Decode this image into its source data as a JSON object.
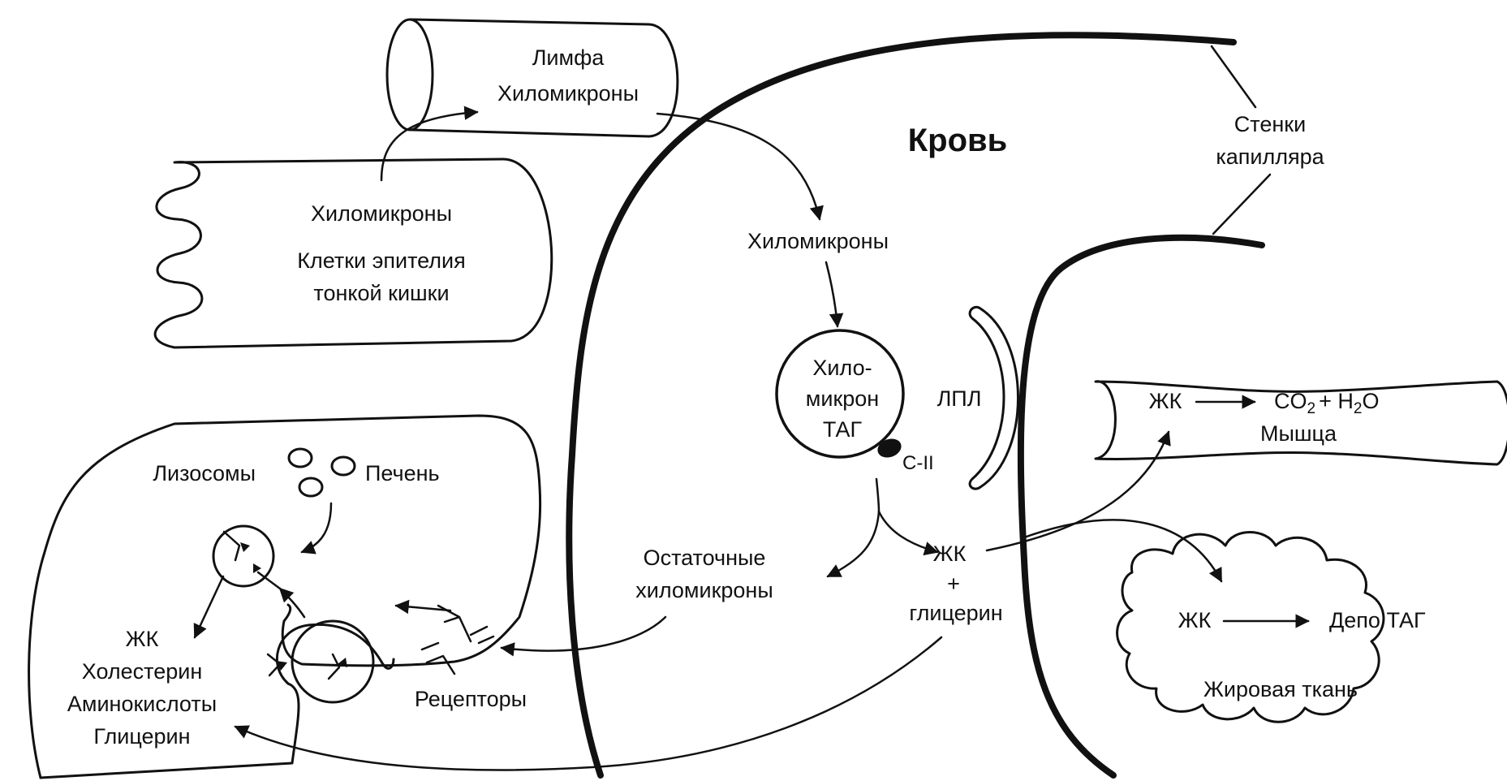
{
  "labels": {
    "lymph": "Лимфа",
    "lymph_chylomicrons": "Хиломикроны",
    "epithelium_chylomicrons": "Хиломикроны",
    "epithelium_line1": "Клетки эпителия",
    "epithelium_line2": "тонкой кишки",
    "blood": "Кровь",
    "capillary_wall_line1": "Стенки",
    "capillary_wall_line2": "капилляра",
    "blood_chylomicrons": "Хиломикроны",
    "chylomicron_line1": "Хило-",
    "chylomicron_line2": "микрон",
    "chylomicron_line3": "ТАГ",
    "lpl": "ЛПЛ",
    "apo_c2": "C-II",
    "ffa": "ЖК",
    "plus": "+",
    "glycerol": "глицерин",
    "remnant_line1": "Остаточные",
    "remnant_line2": "хиломикроны",
    "lysosomes": "Лизосомы",
    "liver": "Печень",
    "receptors": "Рецепторы",
    "products": [
      "ЖК",
      "Холестерин",
      "Аминокислоты",
      "Глицерин"
    ],
    "muscle_ffa": "ЖК",
    "muscle_co2": "CO",
    "muscle_co2_sub": "2",
    "muscle_plus": "+ H",
    "muscle_h2o_sub": "2",
    "muscle_h2o_o": "O",
    "muscle": "Мышца",
    "adipose_ffa": "ЖК",
    "adipose_depot": "Депо ТАГ",
    "adipose": "Жировая ткань"
  },
  "colors": {
    "ink": "#111111",
    "background": "#ffffff"
  }
}
